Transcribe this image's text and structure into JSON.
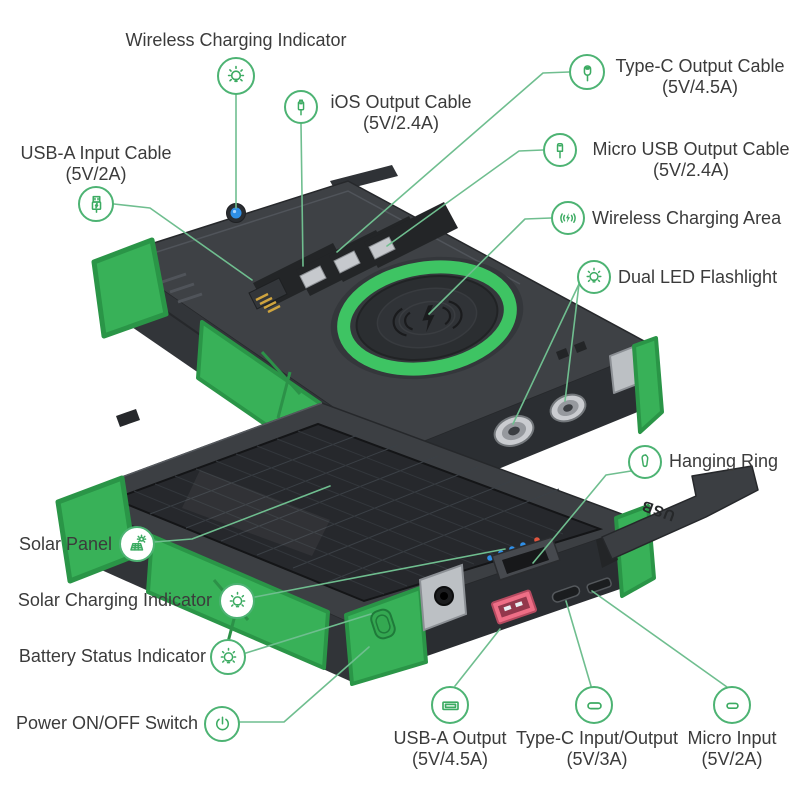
{
  "colors": {
    "background": "#ffffff",
    "text": "#3b3b3b",
    "leader_line_green": "#6fbe8f",
    "circle_border_green": "#4db373",
    "icon_green": "#3cab62",
    "accent_green": "#38b158",
    "ring_green": "#3ec463",
    "body_dark": "#3b3e42",
    "recess_dark": "#232527",
    "silver": "#bcc0c4",
    "gold_pins": "#cfa43e",
    "port_pink": "#ee6e86",
    "led_blue": "#2f8fe8",
    "led_red": "#e0553e"
  },
  "labels": {
    "wireless_charging_indicator": {
      "text": "Wireless Charging Indicator"
    },
    "ios_output_cable": {
      "line1": "iOS Output Cable",
      "line2": "(5V/2.4A)"
    },
    "usb_a_input_cable": {
      "line1": "USB-A Input Cable",
      "line2": "(5V/2A)"
    },
    "type_c_output_cable": {
      "line1": "Type-C Output Cable",
      "line2": "(5V/4.5A)"
    },
    "micro_usb_output_cable": {
      "line1": "Micro USB Output Cable",
      "line2": "(5V/2.4A)"
    },
    "wireless_charging_area": {
      "text": "Wireless Charging Area"
    },
    "dual_led_flashlight": {
      "text": "Dual LED Flashlight"
    },
    "hanging_ring": {
      "text": "Hanging Ring"
    },
    "solar_panel": {
      "text": "Solar Panel"
    },
    "solar_charging_indicator": {
      "text": "Solar Charging Indicator"
    },
    "battery_status_indicator": {
      "text": "Battery Status Indicator"
    },
    "power_switch": {
      "text": "Power ON/OFF Switch"
    },
    "usb_a_output": {
      "line1": "USB-A Output",
      "line2": "(5V/4.5A)"
    },
    "type_c_input_output": {
      "line1": "Type-C Input/Output",
      "line2": "(5V/3A)"
    },
    "micro_input": {
      "line1": "Micro Input",
      "line2": "(5V/2A)"
    }
  },
  "device": {
    "flap_text": "USB"
  }
}
